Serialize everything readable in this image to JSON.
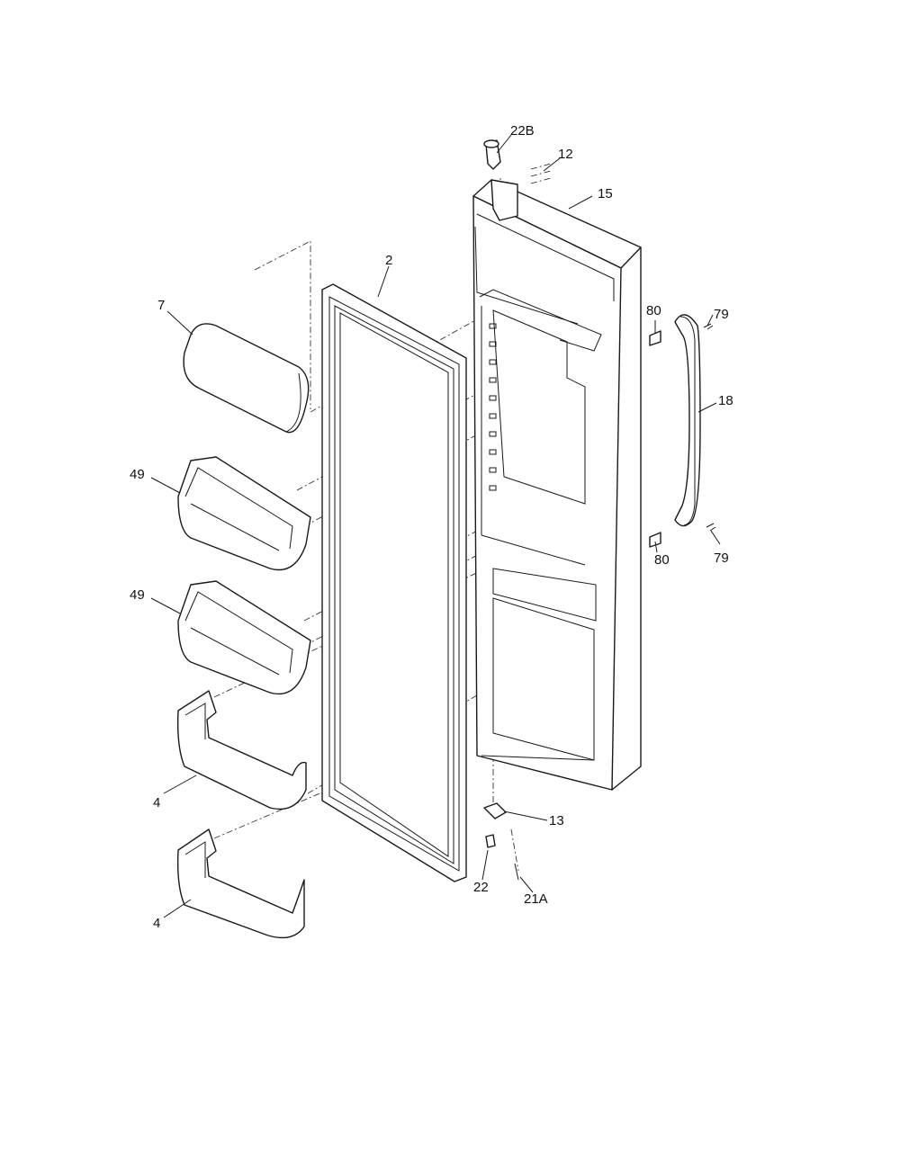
{
  "callouts": {
    "c228": "22B",
    "c12": "12",
    "c15": "15",
    "c2": "2",
    "c7": "7",
    "c80a": "80",
    "c79a": "79",
    "c18": "18",
    "c80b": "80",
    "c79b": "79",
    "c49a": "49",
    "c49b": "49",
    "c4a": "4",
    "c4b": "4",
    "c13": "13",
    "c22": "22",
    "c21a": "21A"
  }
}
